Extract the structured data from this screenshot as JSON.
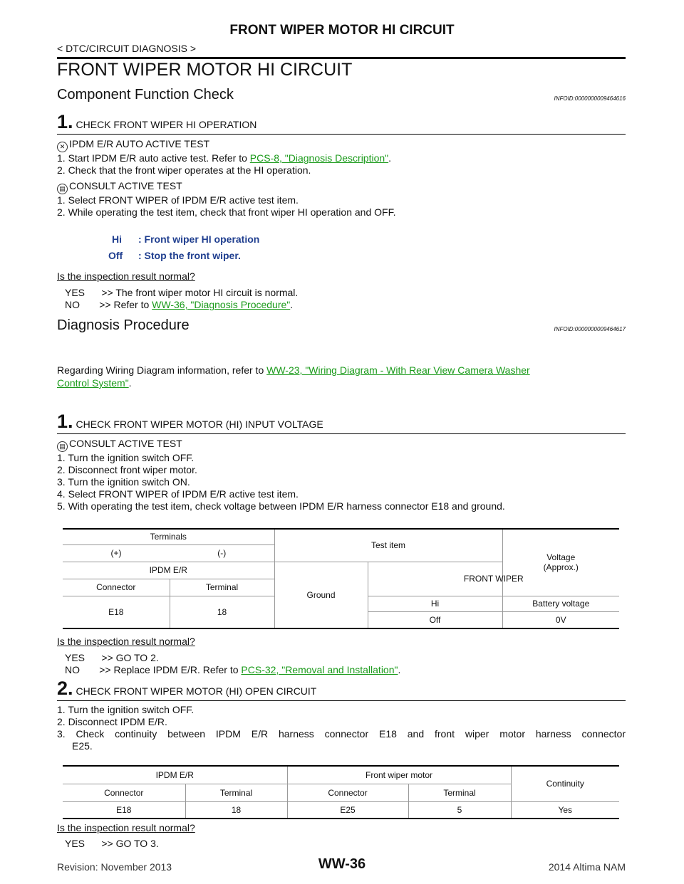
{
  "header": {
    "title": "FRONT WIPER MOTOR HI CIRCUIT",
    "breadcrumb": "< DTC/CIRCUIT DIAGNOSIS >"
  },
  "page_title": "FRONT WIPER MOTOR HI CIRCUIT",
  "section1": {
    "title": "Component Function Check",
    "infoid": "INFOID:0000000009464616",
    "step1": {
      "num": "1.",
      "title": "CHECK FRONT WIPER HI OPERATION"
    },
    "ipdm_label": "IPDM E/R AUTO ACTIVE TEST",
    "ipdm_line1_pre": "1.  Start IPDM E/R auto active test. Refer to ",
    "ipdm_line1_link": "PCS-8, \"Diagnosis Description\"",
    "ipdm_line1_post": ".",
    "ipdm_line2": "2.  Check that the front wiper operates at the HI operation.",
    "consult_label": "CONSULT ACTIVE TEST",
    "consult_line1": "1.  Select FRONT WIPER of IPDM E/R active test item.",
    "consult_line2": "2.  While operating the test item, check that front wiper HI operation and OFF.",
    "spec_hi_k": "Hi",
    "spec_hi_v": ": Front wiper HI operation",
    "spec_off_k": "Off",
    "spec_off_v": ": Stop the front wiper.",
    "question": "Is the inspection result normal?",
    "yes": "YES      >> The front wiper motor HI circuit is normal.",
    "no_pre": "NO       >> Refer to ",
    "no_link": "WW-36, \"Diagnosis Procedure\"",
    "no_post": "."
  },
  "section2": {
    "title": "Diagnosis Procedure",
    "infoid": "INFOID:0000000009464617",
    "intro_pre": "Regarding Wiring Diagram information, refer to ",
    "intro_link1": "WW-23, \"Wiring Diagram - With Rear View Camera Washer",
    "intro_link2": "Control System\"",
    "intro_post": ".",
    "step1": {
      "num": "1.",
      "title": "CHECK FRONT WIPER MOTOR (HI) INPUT VOLTAGE"
    },
    "consult_label": "CONSULT ACTIVE TEST",
    "lines": [
      "1.  Turn the ignition switch OFF.",
      "2.  Disconnect front wiper motor.",
      "3.  Turn the ignition switch ON.",
      "4.  Select FRONT WIPER of IPDM E/R active test item.",
      "5.  With operating the test item, check voltage between IPDM E/R harness connector E18 and ground."
    ],
    "table1": {
      "terminals": "Terminals",
      "plus": "(+)",
      "minus": "(-)",
      "ipdm": "IPDM E/R",
      "connector": "Connector",
      "terminal": "Terminal",
      "ground": "Ground",
      "test_item": "Test item",
      "front_wiper": "FRONT WIPER",
      "voltage": "Voltage",
      "approx": "(Approx.)",
      "conn_val": "E18",
      "term_val": "18",
      "hi": "Hi",
      "hi_v": "Battery voltage",
      "off": "Off",
      "off_v": "0V"
    },
    "question1": "Is the inspection result normal?",
    "yes1": "YES      >> GO TO 2.",
    "no1_pre": "NO       >> Replace IPDM E/R. Refer to ",
    "no1_link": "PCS-32, \"Removal and Installation\"",
    "no1_post": ".",
    "step2": {
      "num": "2.",
      "title": "CHECK FRONT WIPER MOTOR (HI) OPEN CIRCUIT"
    },
    "lines2": [
      "1.  Turn the ignition switch OFF.",
      "2.  Disconnect IPDM E/R.",
      "3.  Check continuity between IPDM E/R harness connector E18 and front wiper motor harness connector",
      "E25."
    ],
    "table2": {
      "ipdm": "IPDM E/R",
      "motor": "Front wiper motor",
      "continuity": "Continuity",
      "connector": "Connector",
      "terminal": "Terminal",
      "c1": "E18",
      "t1": "18",
      "c2": "E25",
      "t2": "5",
      "res": "Yes"
    },
    "question2": "Is the inspection result normal?",
    "yes2": "YES      >> GO TO 3."
  },
  "footer": {
    "revision": "Revision: November 2013",
    "code": "WW-36",
    "model": "2014 Altima NAM"
  }
}
